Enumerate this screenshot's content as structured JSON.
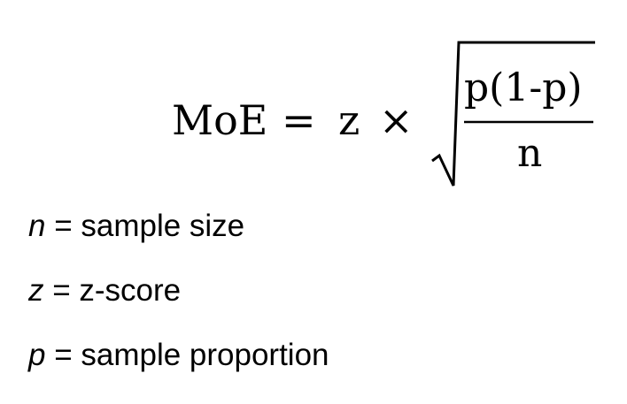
{
  "formula": {
    "lhs": "MoE",
    "equals": "=",
    "z": "z",
    "times": "×",
    "numerator": "p(1-p)",
    "denominator": "n"
  },
  "definitions": [
    {
      "symbol": "n",
      "text": " = sample size"
    },
    {
      "symbol": "z",
      "text": " = z-score"
    },
    {
      "symbol": "p",
      "text": " = sample proportion"
    }
  ]
}
